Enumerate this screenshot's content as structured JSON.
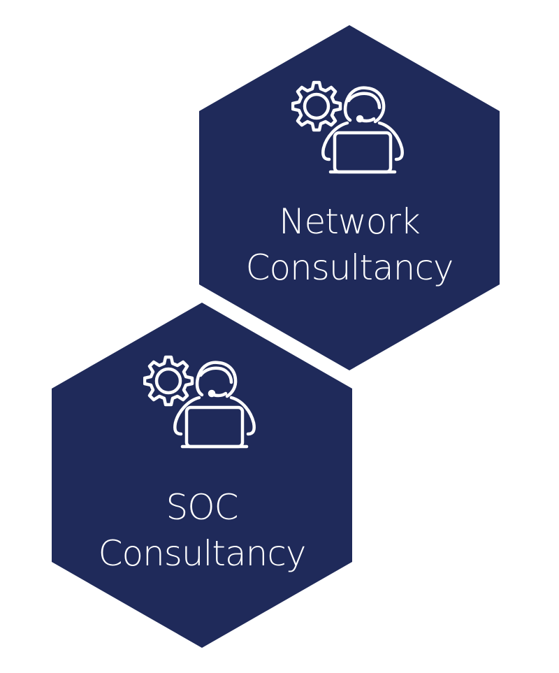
{
  "colors": {
    "hexagon_fill": "#1f2a5a",
    "icon_and_text": "#ffffff",
    "background": "#ffffff"
  },
  "nodes": [
    {
      "id": "network",
      "icon": "consultant-gear-laptop-icon",
      "label_line1": "Network",
      "label_line2": "Consultancy"
    },
    {
      "id": "soc",
      "icon": "consultant-gear-laptop-icon",
      "label_line1": "SOC",
      "label_line2": "Consultancy"
    }
  ]
}
